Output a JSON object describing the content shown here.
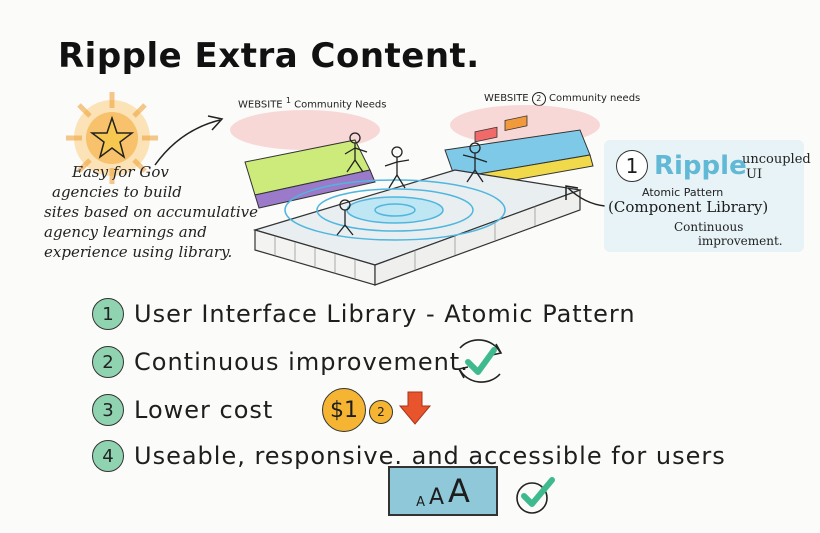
{
  "title": "Ripple Extra Content.",
  "intro_note": [
    "Easy for Gov",
    "agencies to build",
    "sites based on accumulative",
    "agency learnings and",
    "experience using library."
  ],
  "website_labels": {
    "left_prefix": "WEBSITE",
    "left_num": "1",
    "left_name": "Community Needs",
    "right_prefix": "WEBSITE",
    "right_num": "2",
    "right_name": "Community needs"
  },
  "ripple_box": {
    "number": "1",
    "name": "Ripple",
    "side_note": [
      "uncoupled",
      "UI"
    ],
    "line1": "Atomic Pattern",
    "line2": "(Component Library)",
    "line3": "Continuous",
    "line4": "improvement."
  },
  "list": [
    {
      "num": "1",
      "text": "User Interface Library - Atomic Pattern"
    },
    {
      "num": "2",
      "text": "Continuous improvement."
    },
    {
      "num": "3",
      "text": "Lower cost"
    },
    {
      "num": "4",
      "text": "Useable, responsive. and accessible for users"
    }
  ],
  "cost_coin": {
    "symbol": "$1",
    "small": "2"
  },
  "font_sample": {
    "a1": "A",
    "a2": "A",
    "a3": "A"
  },
  "colors": {
    "mint": "#8fd3b0",
    "ripple_blue": "#62b9d6",
    "coin_orange": "#f5b533",
    "arrow_red": "#e8552c",
    "check_green": "#3fba8f",
    "sample_box": "#8fc9d9"
  },
  "icons": [
    "star-icon",
    "arrow-icon",
    "refresh-check-icon",
    "coin-icon",
    "down-arrow-icon",
    "check-icon"
  ]
}
